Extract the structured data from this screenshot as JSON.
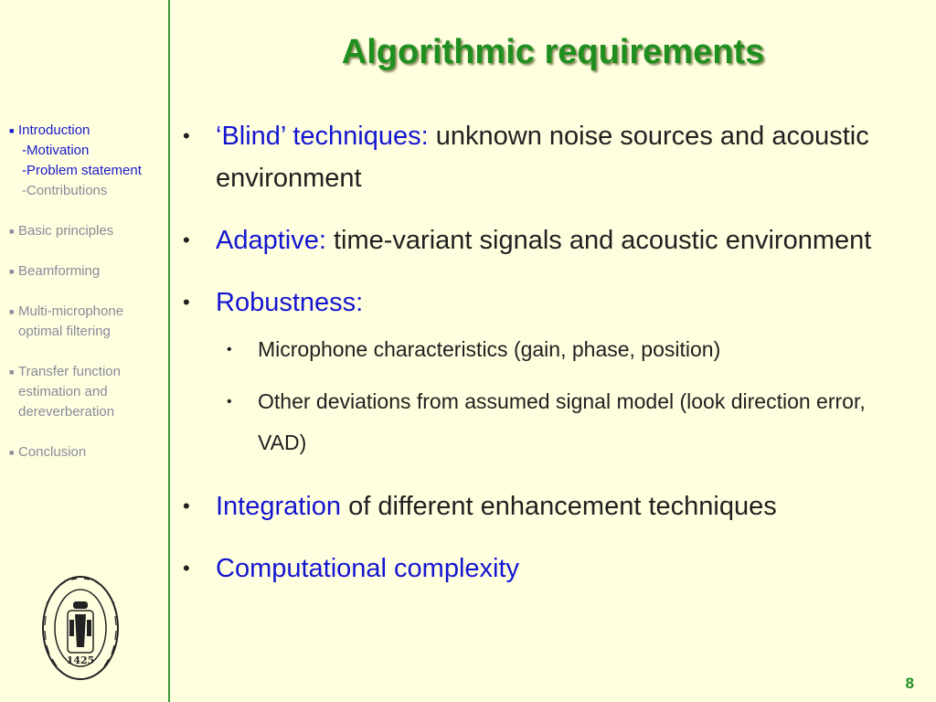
{
  "slide": {
    "title": "Algorithmic requirements",
    "page_number": "8"
  },
  "nav": {
    "introduction": "Introduction",
    "motivation": "-Motivation",
    "problem_statement": "-Problem statement",
    "contributions": "-Contributions",
    "basic_principles": "Basic principles",
    "beamforming": "Beamforming",
    "multi_mic_line1": "Multi-microphone",
    "multi_mic_line2": "optimal filtering",
    "transfer_line1": "Transfer function",
    "transfer_line2": "estimation and",
    "transfer_line3": "dereverberation",
    "conclusion": "Conclusion"
  },
  "seal": {
    "year": "1425"
  },
  "bullets": {
    "blind_kw": "‘Blind’ techniques:",
    "blind_text": " unknown noise sources and acoustic environment",
    "adaptive_kw": "Adaptive:",
    "adaptive_text": " time-variant signals and acoustic environment",
    "robustness_kw": "Robustness:",
    "robust_sub1": "Microphone characteristics (gain, phase, position)",
    "robust_sub2": "Other deviations from assumed signal model (look direction error, VAD)",
    "integration_kw": "Integration",
    "integration_text": " of different enhancement techniques",
    "complexity_kw": "Computational complexity"
  },
  "colors": {
    "background": "#ffffe0",
    "title_green": "#1f8f1f",
    "keyword_blue": "#1515d0",
    "nav_active": "#1a1acc",
    "nav_inactive": "#8a8a9a",
    "divider_green": "#3a9a3a"
  }
}
